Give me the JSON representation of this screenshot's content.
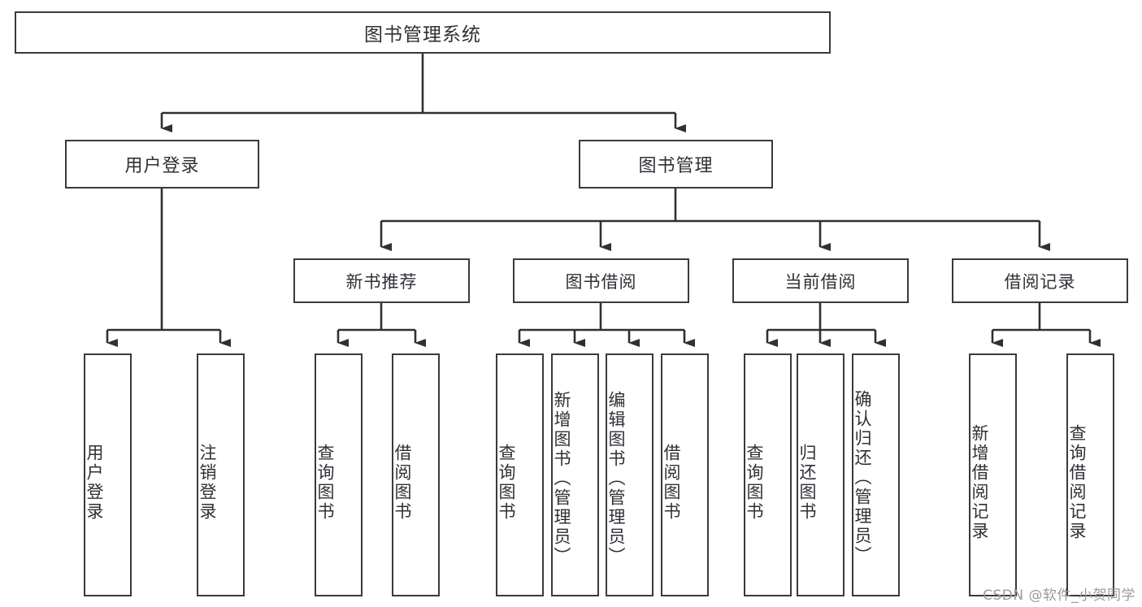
{
  "diagram": {
    "title": "图书管理系统",
    "type": "tree-hierarchy-chart",
    "background_color": "#ffffff",
    "box_border_color": "#3a3a3e",
    "text_color": "#2f3036",
    "connector_color": "#2f3036"
  },
  "root": {
    "label": "图书管理系统"
  },
  "level2": [
    {
      "label": "用户登录"
    },
    {
      "label": "图书管理"
    }
  ],
  "level3": [
    {
      "label": "新书推荐"
    },
    {
      "label": "图书借阅"
    },
    {
      "label": "当前借阅"
    },
    {
      "label": "借阅记录"
    }
  ],
  "leaves": {
    "user_login": [
      {
        "label": "用户登录"
      },
      {
        "label": "注销登录"
      }
    ],
    "new_book_recommend": [
      {
        "label": "查询图书"
      },
      {
        "label": "借阅图书"
      }
    ],
    "book_borrow": [
      {
        "label": "查询图书"
      },
      {
        "label": "新增图书（管理员）"
      },
      {
        "label": "编辑图书（管理员）"
      },
      {
        "label": "借阅图书"
      }
    ],
    "current_borrow": [
      {
        "label": "查询图书"
      },
      {
        "label": "归还图书"
      },
      {
        "label": "确认归还（管理员）"
      }
    ],
    "borrow_records": [
      {
        "label": "新增借阅记录"
      },
      {
        "label": "查询借阅记录"
      }
    ]
  },
  "watermark": {
    "text": "CSDN @软件_小贺同学"
  }
}
